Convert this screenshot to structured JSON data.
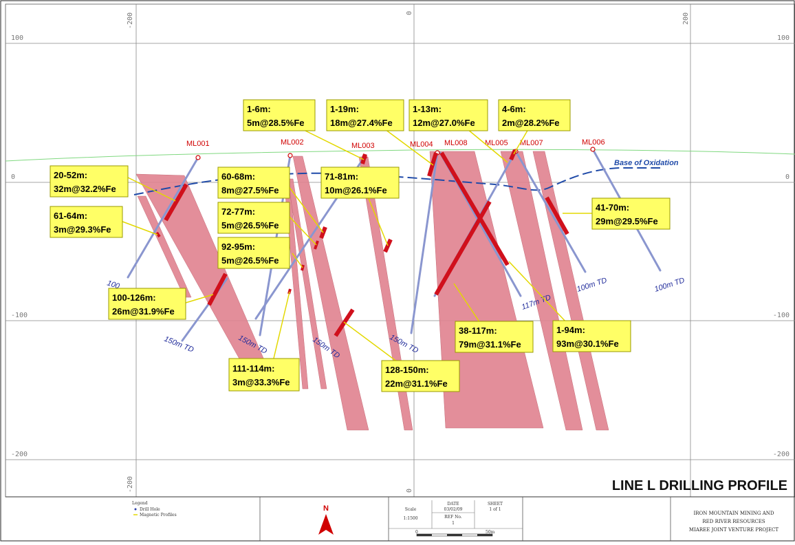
{
  "title": "LINE L DRILLING PROFILE",
  "grid": {
    "x_top": [
      "-200",
      "0",
      "200"
    ],
    "x_bottom": [
      "-200",
      "0"
    ],
    "y_left": [
      "100",
      "0",
      "-100",
      "-200"
    ],
    "y_right": [
      "100",
      "0",
      "-100",
      "-200"
    ]
  },
  "oxidation_label": "Base of Oxidation",
  "holes": [
    {
      "id": "ML001",
      "td": "100m TD",
      "td_short": "100"
    },
    {
      "id": "ML002",
      "td": "150m TD"
    },
    {
      "id": "ML003",
      "td": "150m TD"
    },
    {
      "id": "ML004",
      "td": "150m TD"
    },
    {
      "id": "ML008",
      "td": "117m TD"
    },
    {
      "id": "ML005",
      "td": "100m TD"
    },
    {
      "id": "ML007",
      "td": "150m TD"
    },
    {
      "id": "ML006",
      "td": "100m TD"
    }
  ],
  "intercepts": [
    {
      "interval": "20-52m:",
      "grade": "32m@32.2%Fe"
    },
    {
      "interval": "61-64m:",
      "grade": "3m@29.3%Fe"
    },
    {
      "interval": "100-126m:",
      "grade": "26m@31.9%Fe"
    },
    {
      "interval": "1-6m:",
      "grade": "5m@28.5%Fe"
    },
    {
      "interval": "60-68m:",
      "grade": "8m@27.5%Fe"
    },
    {
      "interval": "72-77m:",
      "grade": "5m@26.5%Fe"
    },
    {
      "interval": "92-95m:",
      "grade": "5m@26.5%Fe"
    },
    {
      "interval": "111-114m:",
      "grade": "3m@33.3%Fe"
    },
    {
      "interval": "1-19m:",
      "grade": "18m@27.4%Fe"
    },
    {
      "interval": "71-81m:",
      "grade": "10m@26.1%Fe"
    },
    {
      "interval": "128-150m:",
      "grade": "22m@31.1%Fe"
    },
    {
      "interval": "1-13m:",
      "grade": "12m@27.0%Fe"
    },
    {
      "interval": "38-117m:",
      "grade": "79m@31.1%Fe"
    },
    {
      "interval": "4-6m:",
      "grade": "2m@28.2%Fe"
    },
    {
      "interval": "1-94m:",
      "grade": "93m@30.1%Fe"
    },
    {
      "interval": "41-70m:",
      "grade": "29m@29.5%Fe"
    }
  ],
  "title_block": {
    "legend_title": "Legend",
    "legend_items": [
      "Drill Hole",
      "Magnetic Profiles"
    ],
    "north": "N",
    "scale_label": "Scale",
    "scale_value": "1:1500",
    "date_label": "DATE",
    "date_value": "03/02/09",
    "ref_label": "REF No.",
    "ref_value": "1",
    "sheet_label": "SHEET",
    "sheet_value": "1 of 1",
    "scale_bar_start": "0",
    "scale_bar_end": "50m",
    "company_lines": [
      "IRON MOUNTAIN MINING AND",
      "RED RIVER RESOURCES",
      "MIAREE JOINT VENTURE PROJECT"
    ]
  },
  "colors": {
    "ore_zone": "#e0828f",
    "intercept": "#d0101c",
    "drill_hole": "#8a96cf",
    "callout_fill": "#ffff66",
    "oxidation_line": "#1f4aa8",
    "surface_line": "#7fd87f",
    "hole_label": "#d00000",
    "grid": "#888888"
  }
}
